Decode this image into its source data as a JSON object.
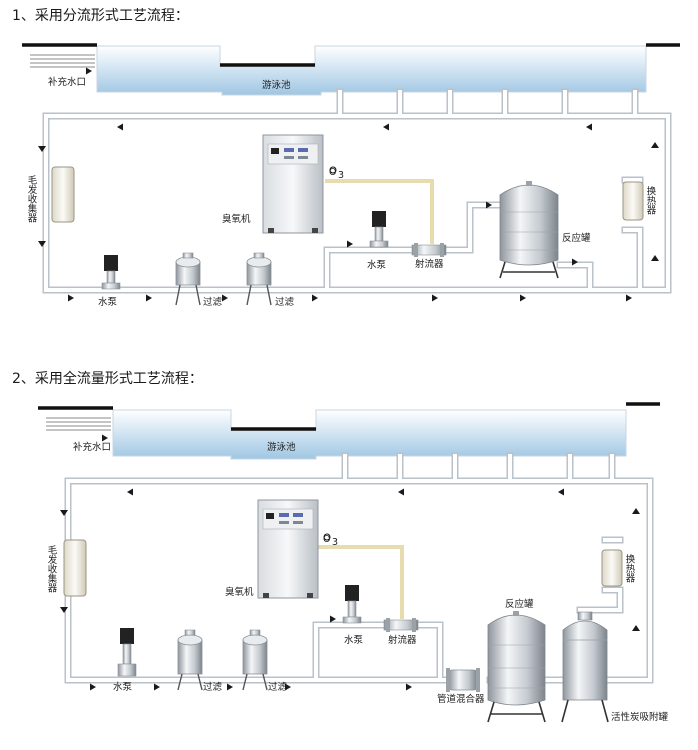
{
  "sections": [
    {
      "title": "1、采用分流形式工艺流程：",
      "labels": {
        "makeup_water": "补充水口",
        "pool": "游泳池",
        "hair_collector": "毛发收集器",
        "ozone_machine": "臭氧机",
        "ozone_symbol": "O",
        "ozone_subscript": "3",
        "pump_left": "水泵",
        "filter_1": "过滤",
        "filter_2": "过滤",
        "pump_right": "水泵",
        "ejector": "射流器",
        "reactor": "反应罐",
        "heat_exchanger": "换热器"
      }
    },
    {
      "title": "2、采用全流量形式工艺流程：",
      "labels": {
        "makeup_water": "补充水口",
        "pool": "游泳池",
        "hair_collector": "毛发收集器",
        "ozone_machine": "臭氧机",
        "ozone_symbol": "O",
        "ozone_subscript": "3",
        "pump_left": "水泵",
        "filter_1": "过滤",
        "filter_2": "过滤",
        "pump_right": "水泵",
        "ejector": "射流器",
        "pipe_mixer": "管道混合器",
        "reactor": "反应罐",
        "carbon_tank": "活性炭吸附罐",
        "heat_exchanger": "换热器"
      }
    }
  ],
  "colors": {
    "water_top": "#ffffff",
    "water_bottom": "#9fc6e3",
    "pipe_edge": "#b9c2c8",
    "ozone_line": "#e7dcae",
    "steel": "#c9ced3"
  }
}
